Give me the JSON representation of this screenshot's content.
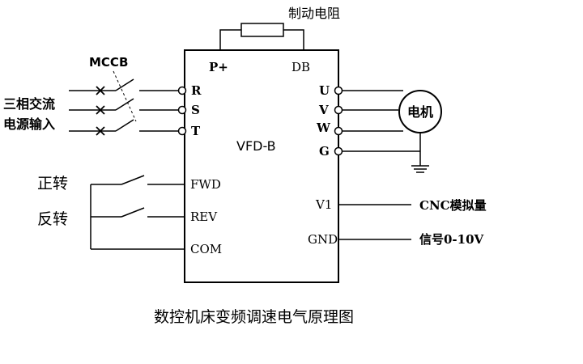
{
  "diagram": {
    "caption": "数控机床变频调速电气原理图",
    "braking_resistor_label": "制动电阻",
    "mccb_label": "MCCB",
    "ac_input_label_line1": "三相交流",
    "ac_input_label_line2": "电源输入",
    "vfd": {
      "name": "VFD-B",
      "terminal_p_plus": "P+",
      "terminal_db": "DB",
      "input_terminals": [
        "R",
        "S",
        "T"
      ],
      "output_terminals": [
        "U",
        "V",
        "W",
        "G"
      ],
      "control_terminals": [
        "FWD",
        "REV",
        "COM"
      ],
      "analog_terminals": [
        "V1",
        "GND"
      ]
    },
    "motor_label": "电机",
    "forward_label": "正转",
    "reverse_label": "反转",
    "cnc_label_line1": "CNC模拟量",
    "cnc_label_line2": "信号0-10V"
  }
}
